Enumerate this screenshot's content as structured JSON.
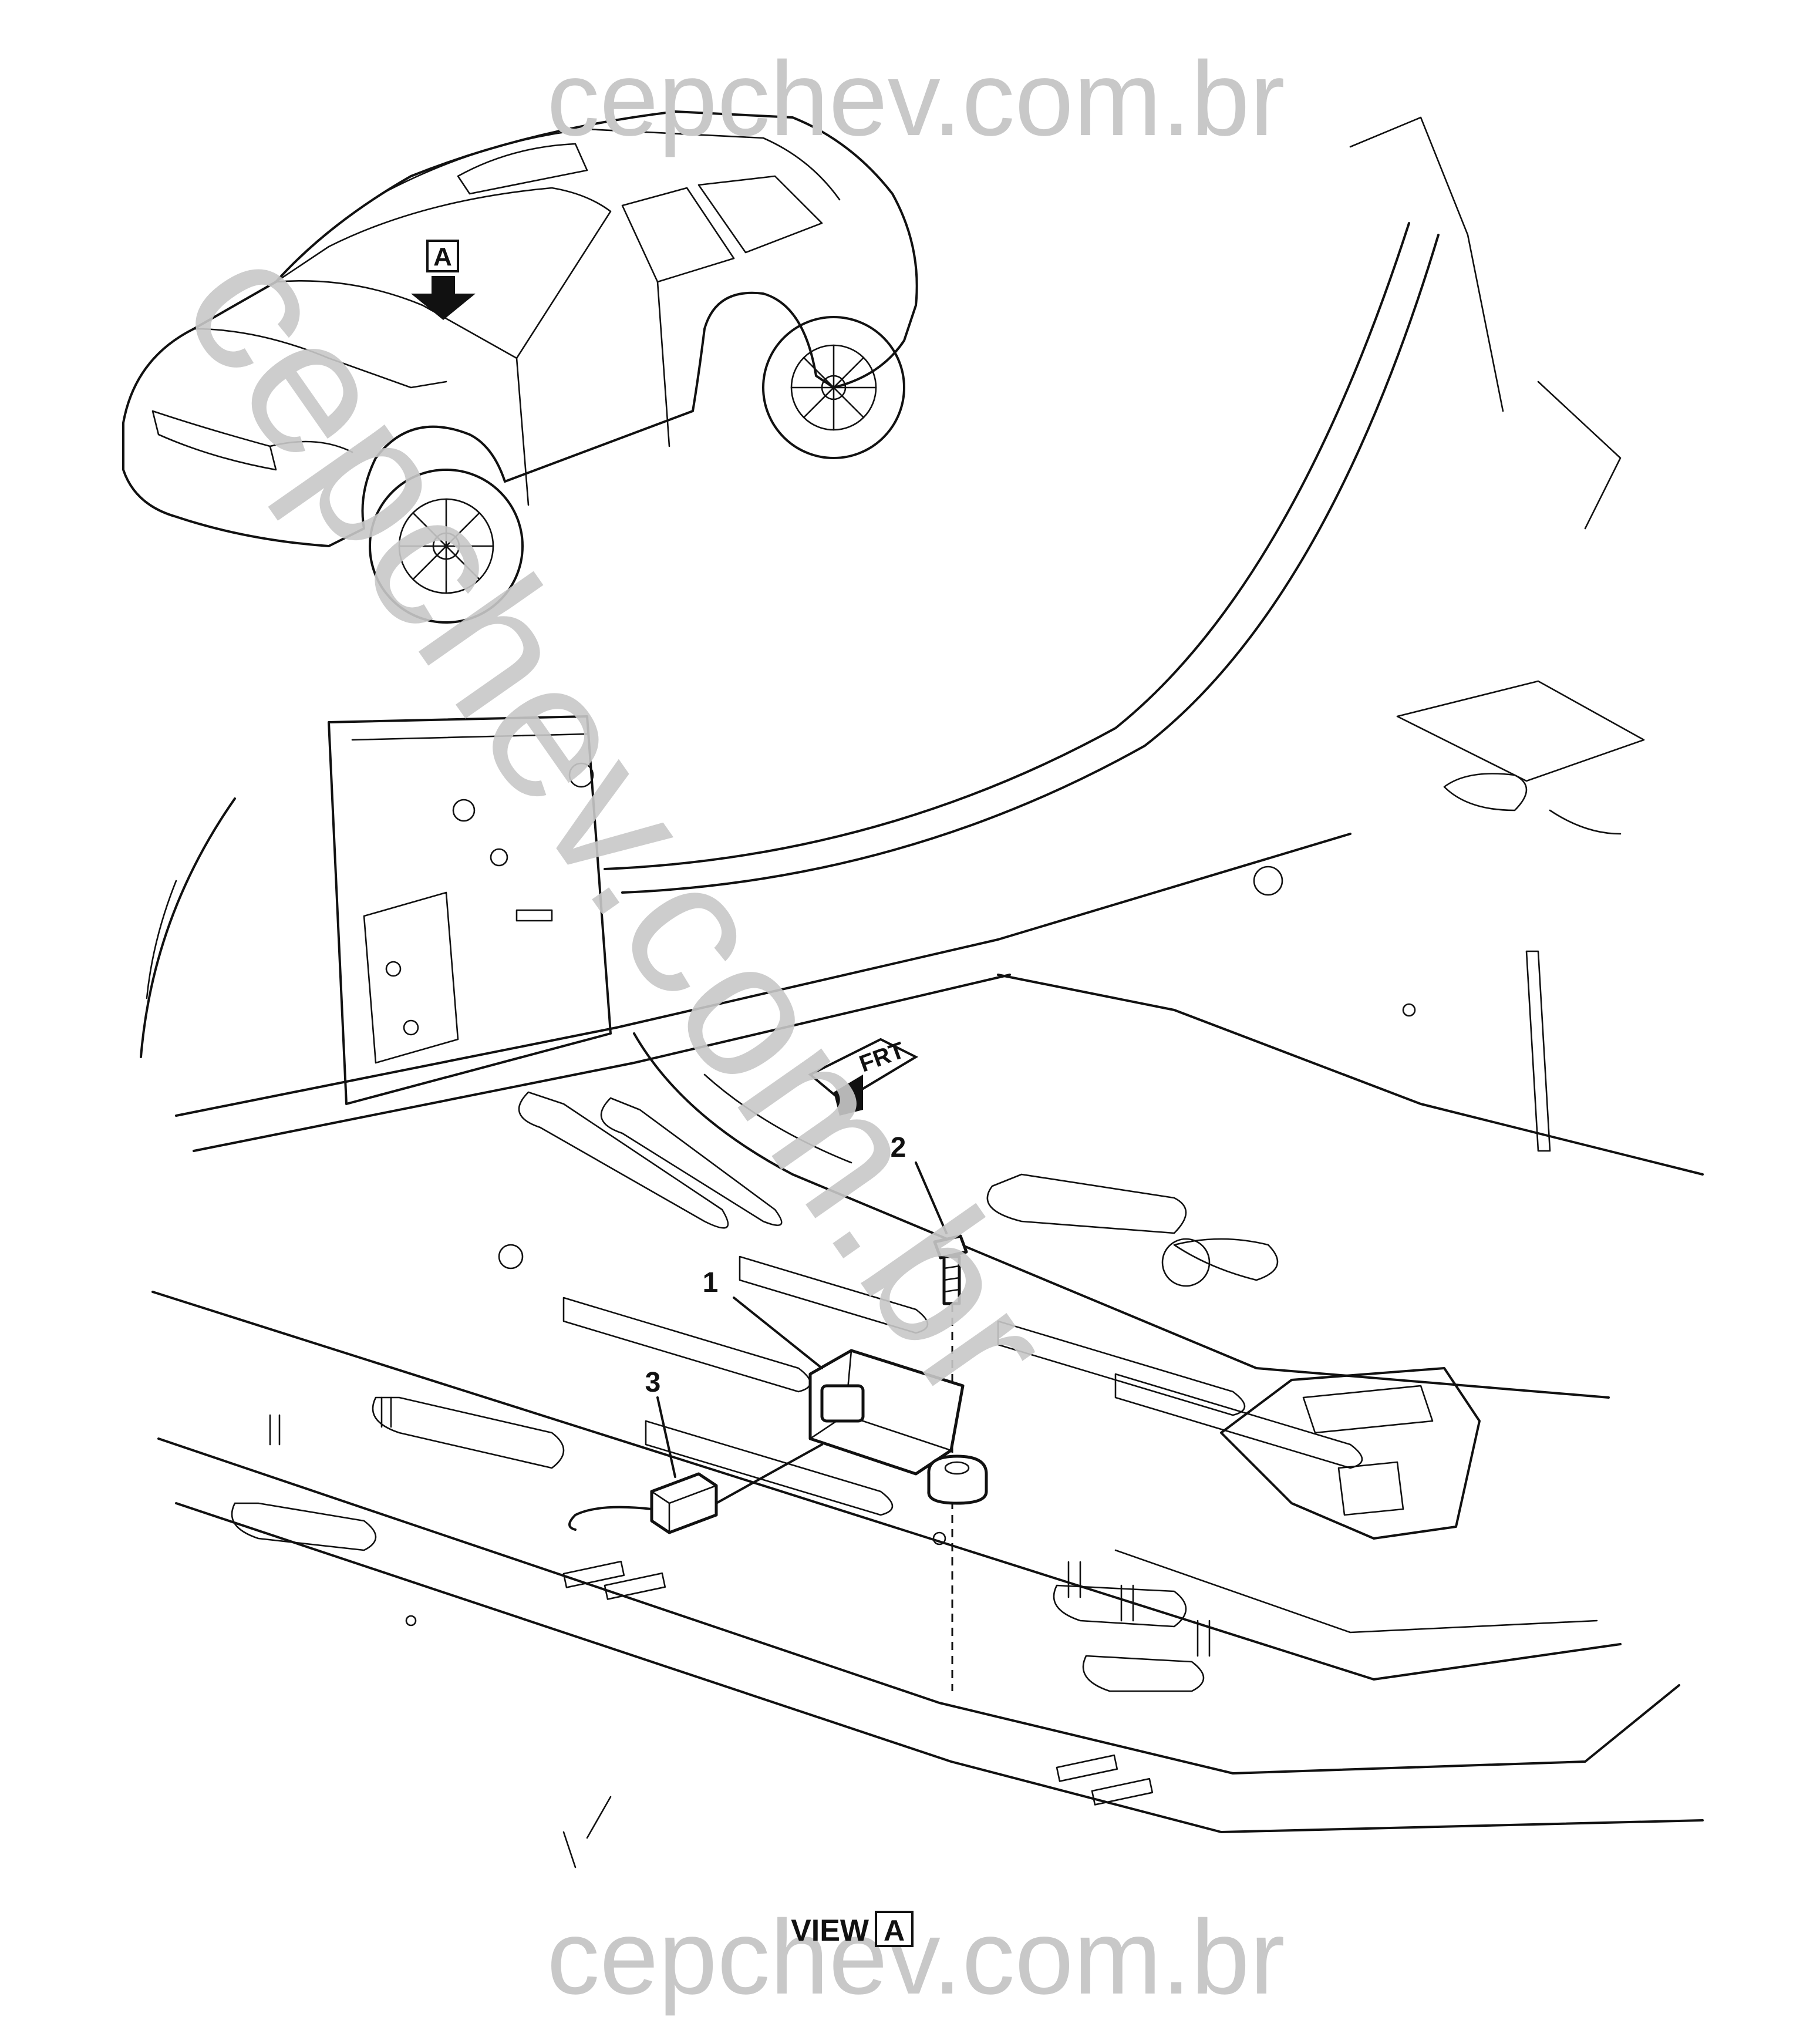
{
  "watermark": {
    "top": "cepchev.com.br",
    "diagonal": "cepchev.com.br",
    "bottom": "cepchev.com.br"
  },
  "view_marker": "A",
  "direction_label": "FRT",
  "callouts": [
    {
      "id": "1",
      "label": "1"
    },
    {
      "id": "2",
      "label": "2"
    },
    {
      "id": "3",
      "label": "3"
    }
  ],
  "caption": {
    "prefix": "VIEW",
    "marker": "A"
  },
  "colors": {
    "linework": "#111111",
    "watermark": "#c8c8c8",
    "background": "#ffffff"
  }
}
